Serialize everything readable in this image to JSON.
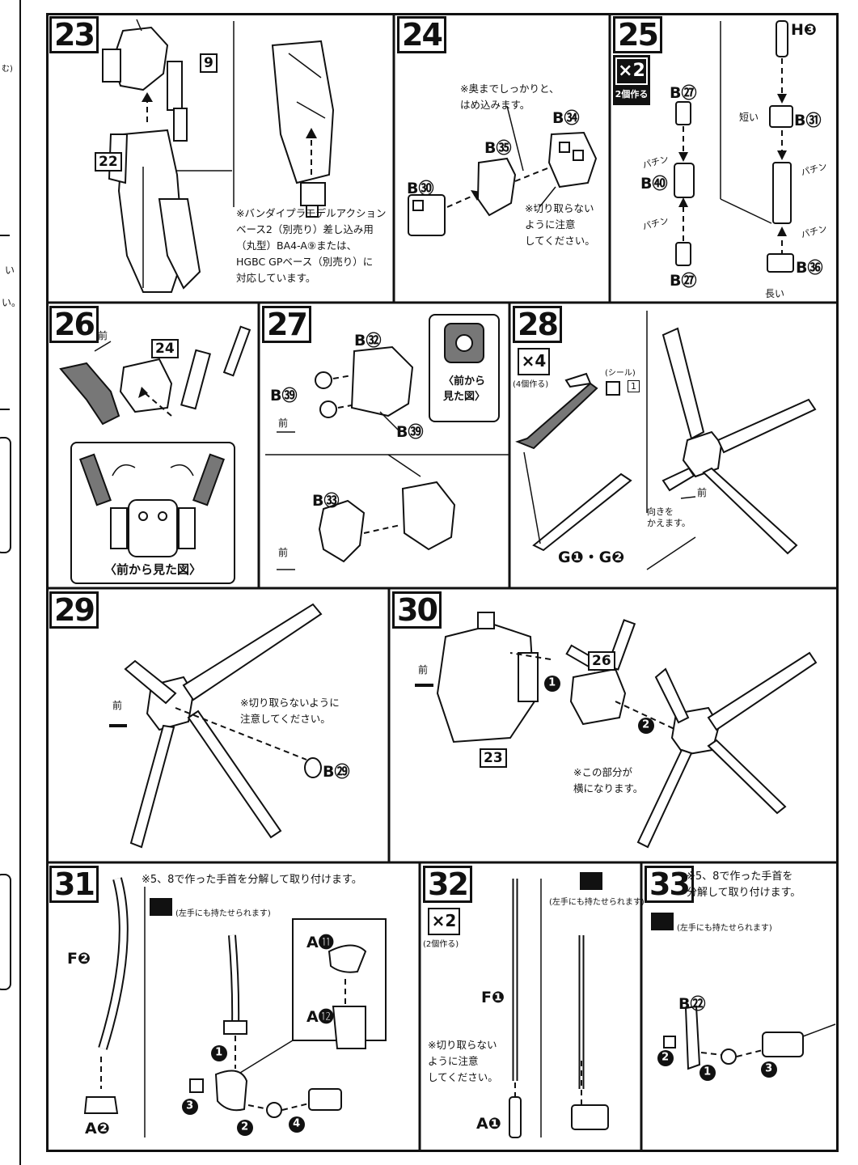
{
  "steps": {
    "s23": {
      "num": "23",
      "parts": {
        "p9": "9",
        "p22": "22"
      },
      "note": "※バンダイプラモデルアクション\nベース2（別売り）差し込み用\n（丸型）BA4-A⑨または、\nHGBC GPベース（別売り）に\n対応しています。"
    },
    "s24": {
      "num": "24",
      "parts": {
        "b30": "B㉚",
        "b35": "B㉟",
        "b34": "B㉞"
      },
      "note_top": "※奥までしっかりと、\nはめ込みます。",
      "note_bottom": "※切り取らない\nように注意\nしてください。"
    },
    "s25": {
      "num": "25",
      "badge": "×2",
      "badge_sub": "2個作る",
      "parts": {
        "b27a": "B㉗",
        "b40": "B㊵",
        "b27b": "B㉗",
        "h3": "H❸",
        "b31": "B㉛",
        "b36": "B㊱"
      },
      "short": "短い",
      "long": "長い",
      "snap1": "パチン",
      "snap2": "パチン",
      "snap3": "パチン",
      "snap4": "パチン"
    },
    "s26": {
      "num": "26",
      "front": "前",
      "part24": "24",
      "view_caption": "〈前から見た図〉"
    },
    "s27": {
      "num": "27",
      "parts": {
        "b32": "B㉜",
        "b39a": "B㊴",
        "b39b": "B㊴",
        "b33": "B㉝"
      },
      "front1": "前",
      "front2": "前",
      "view_caption": "〈前から\n見た図〉"
    },
    "s28": {
      "num": "28",
      "badge": "×4",
      "badge_sub": "(4個作る)",
      "seal": "(シール)",
      "seal_no": "1",
      "parts": {
        "g": "G❶・G❷"
      },
      "front": "前",
      "rotate_note": "向きを\nかえます。"
    },
    "s29": {
      "num": "29",
      "front": "前",
      "note": "※切り取らないように\n注意してください。",
      "part": "B㉙"
    },
    "s30": {
      "num": "30",
      "front": "前",
      "part26": "26",
      "part23": "23",
      "step1": "1",
      "step2": "2",
      "note": "※この部分が\n横になります。"
    },
    "s31": {
      "num": "31",
      "note": "※5、8で作った手首を分解して取り付けます。",
      "hand_note": "(左手にも持たせられます)",
      "parts": {
        "f2": "F❷",
        "a2": "A❷",
        "a11": "A⓫",
        "a12": "A⓬"
      },
      "steps": [
        "1",
        "2",
        "3",
        "4"
      ]
    },
    "s32": {
      "num": "32",
      "badge": "×2",
      "badge_sub": "(2個作る)",
      "hand_note": "(左手にも持たせられます)",
      "parts": {
        "f1": "F❶",
        "a1": "A❶"
      },
      "note": "※切り取らない\nように注意\nしてください。"
    },
    "s33": {
      "num": "33",
      "note": "※5、8で作った手首を\n分解して取り付けます。",
      "hand_note": "(左手にも持たせられます)",
      "parts": {
        "b22": "B㉒"
      },
      "steps": [
        "1",
        "2",
        "3"
      ]
    }
  },
  "left_margin_fragments": [
    "む)",
    "い",
    "い。"
  ]
}
